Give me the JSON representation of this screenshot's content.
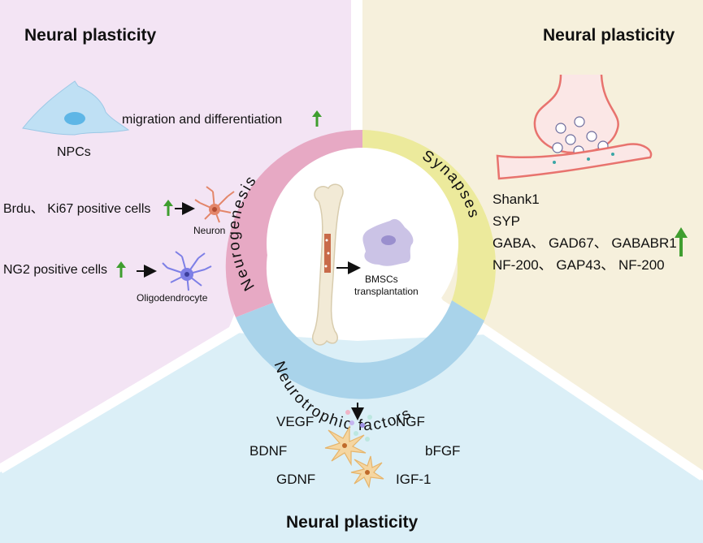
{
  "colors": {
    "left_panel": "#f3e4f4",
    "right_panel": "#f6f0dc",
    "bottom_panel": "#dbeff7",
    "ring_pink": "#e7a9c4",
    "ring_yellow": "#ecea9c",
    "ring_blue": "#a9d3ea",
    "arrow_green": "#3f9e2f"
  },
  "left_panel": {
    "title": "Neural plasticity",
    "npcs_label": "NPCs",
    "migration_text": "migration and differentiation",
    "brdu_text": "Brdu、 Ki67 positive cells",
    "neuron_label": "Neuron",
    "ng2_text": "NG2 positive cells",
    "oligodendrocyte_label": "Oligodendrocyte"
  },
  "right_panel": {
    "title": "Neural plasticity",
    "markers": [
      "Shank1",
      "SYP",
      "GABA、 GAD67、 GABABR1",
      "NF-200、 GAP43、 NF-200"
    ]
  },
  "bottom_panel": {
    "title": "Neural plasticity",
    "factors": [
      "VEGF",
      "NGF",
      "BDNF",
      "bFGF",
      "GDNF",
      "IGF-1"
    ]
  },
  "ring": {
    "neurogenesis": "Neurogenesis",
    "synapses": "Synapses",
    "neurotrophic": "Neurotrophic factors"
  },
  "center": {
    "bmsc_line1": "BMSCs",
    "bmsc_line2": "transplantation"
  },
  "icons": {
    "npc": "npc-cell-icon",
    "neuron": "neuron-icon",
    "oligodendrocyte": "oligodendrocyte-icon",
    "synapse": "synapse-icon",
    "bone": "bone-icon",
    "bmsc": "bmsc-cell-icon",
    "astrocyte": "astrocyte-icon"
  }
}
